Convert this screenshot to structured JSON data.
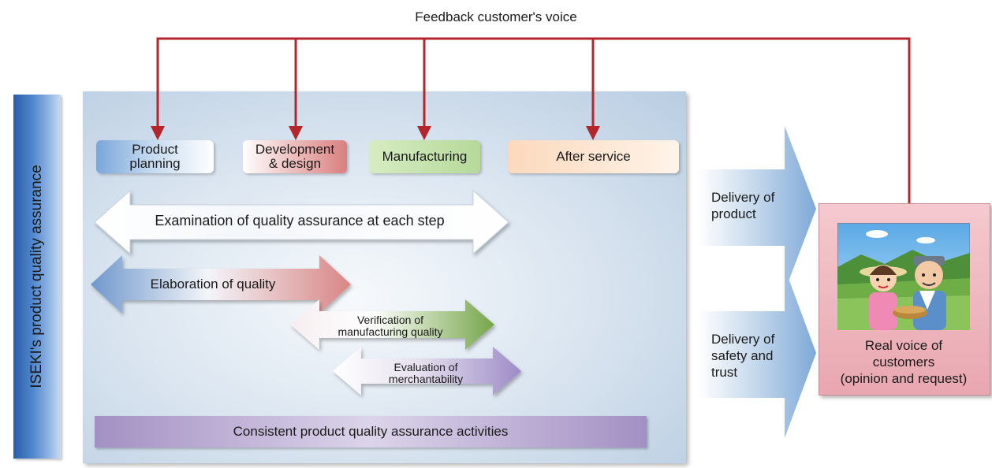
{
  "feedback": {
    "label": "Feedback customer's voice"
  },
  "side": {
    "label": "ISEKI's product quality assurance"
  },
  "steps": [
    {
      "label": "Product\nplanning"
    },
    {
      "label": "Development\n& design"
    },
    {
      "label": "Manufacturing"
    },
    {
      "label": "After service"
    }
  ],
  "arrows": {
    "examination": "Examination of quality assurance at each step",
    "elaboration": "Elaboration of quality",
    "verification": "Verification of\nmanufacturing quality",
    "evaluation": "Evaluation of\nmerchantability"
  },
  "consistent": {
    "label": "Consistent product quality assurance activities"
  },
  "delivery": {
    "product": "Delivery of\nproduct",
    "safety": "Delivery of\nsafety and\ntrust"
  },
  "customer": {
    "label": "Real voice of\ncustomers\n(opinion and request)"
  },
  "colors": {
    "feedback_line": "#b3262b",
    "side_bar": "#3a6fb8",
    "customer_box": "#eeb6bd"
  }
}
